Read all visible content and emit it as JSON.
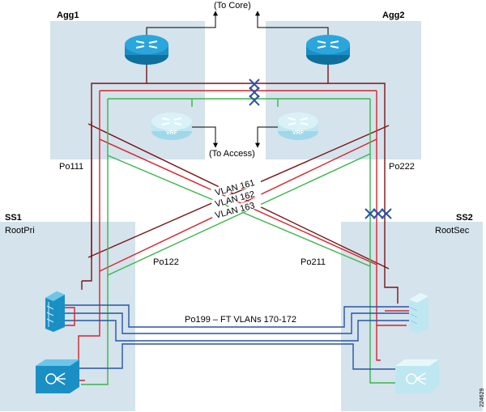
{
  "labels": {
    "agg1": "Agg1",
    "agg2": "Agg2",
    "ss1": "SS1",
    "ss2": "SS2",
    "to_core": "(To Core)",
    "to_access": "(To Access)",
    "root_pri": "RootPri",
    "root_sec": "RootSec",
    "po111": "Po111",
    "po222": "Po222",
    "po122": "Po122",
    "po211": "Po211",
    "po199": "Po199 – FT VLANs 170-172",
    "vlan161": "VLAN 161",
    "vlan162": "VLAN 162",
    "vlan163": "VLAN 163",
    "vrf_left": "VRF",
    "vrf_right": "VRF",
    "figure_id": "224629"
  },
  "colors": {
    "box": "#d4e3ec",
    "dark_red": "#7a1518",
    "red": "#d9232b",
    "green": "#39b54a",
    "blue": "#2a54a5",
    "router": "#1a8fc4",
    "vrf": "#bfe7f2"
  }
}
